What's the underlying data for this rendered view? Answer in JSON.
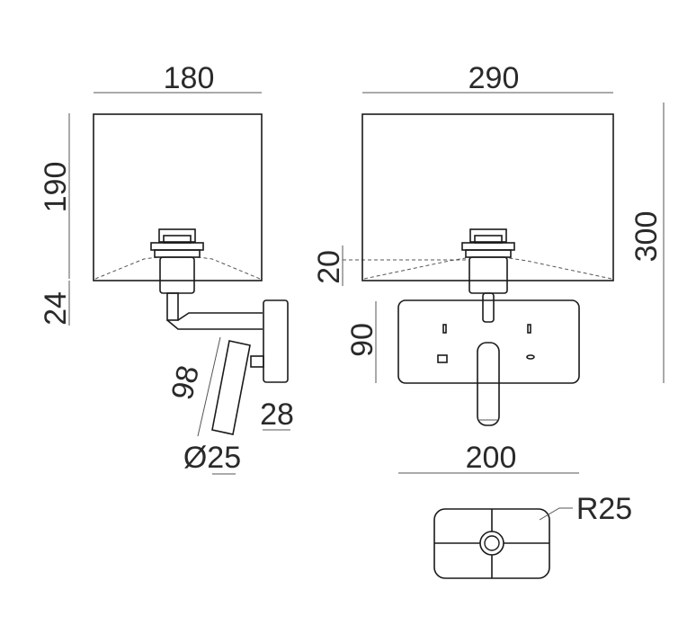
{
  "dimensions": {
    "side_shade_width": "180",
    "side_shade_height": "190",
    "side_arm_drop": "24",
    "reading_light_length": "98",
    "reading_light_offset": "28",
    "reading_light_diameter": "Ø25",
    "front_shade_width": "290",
    "front_overall_height": "300",
    "front_socket_offset": "20",
    "backplate_height": "90",
    "backplate_width": "200",
    "backplate_corner_radius": "R25"
  }
}
